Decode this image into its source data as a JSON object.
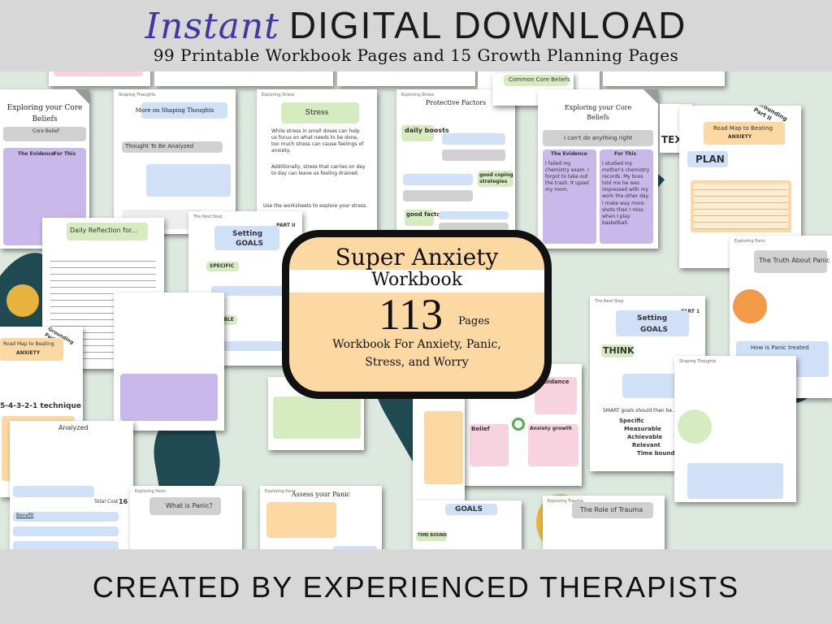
{
  "header": {
    "instant": "Instant",
    "digital_download": "DIGITAL DOWNLOAD",
    "subtitle": "99 Printable Workbook Pages and 15 Growth Planning Pages"
  },
  "badge": {
    "title": "Super Anxiety",
    "subtitle": "Workbook",
    "page_count": "113",
    "pages_label": "Pages",
    "description_line1": "Workbook For Anxiety, Panic,",
    "description_line2": "Stress, and Worry"
  },
  "pages": {
    "core_beliefs": {
      "title": "Exploring your Core",
      "title2": "Beliefs",
      "col1": "Core Belief",
      "col2": "The Evidence",
      "col3": "For This"
    },
    "shaping_thoughts": {
      "title": "More on Shaping Thoughts",
      "label": "Thought To Be Analyzed"
    },
    "stress": {
      "title": "Stress"
    },
    "protective_factors": {
      "title": "Protective Factors",
      "daily": "daily boosts",
      "coping": "good coping strategies",
      "good": "good factors"
    },
    "core_beliefs_example": {
      "title": "Exploring your Core",
      "title2": "Beliefs",
      "belief": "I can't do anything right",
      "col1": "The Evidence",
      "col2": "For This",
      "left_text": "I failed my chemistry exam. I forgot to take out the trash. It upset my mom.",
      "right_text": "I studied my mother's chemistry records. My boss told me he was impressed with my work the other day. I make way more shots than I miss when I play basketball."
    },
    "common_core": {
      "title": "Common Core Beliefs"
    },
    "road_map": {
      "tag": "Grounding Part II",
      "title": "Road Map to Beating",
      "subtitle": "ANXIETY",
      "plan": "PLAN"
    },
    "reflection": {
      "title": "Daily Reflection for..."
    },
    "setting_goals": {
      "title": "Setting",
      "title2": "GOALS",
      "part": "PART II",
      "specific": "SPECIFIC",
      "measurable": "MEASURABLE"
    },
    "truth_panic": {
      "title": "The Truth About Panic",
      "treated": "How is Panic treated"
    },
    "road_map_2": {
      "tag": "Grounding Part II",
      "title": "Road Map to Beating",
      "subtitle": "ANXIETY",
      "technique": "5-4-3-2-1 technique"
    },
    "analyzed": {
      "title": "Analyzed",
      "total": "Total Cost",
      "total_value": "16",
      "benefit": "Benefit"
    },
    "setting_goals_2": {
      "title": "Setting",
      "title2": "GOALS",
      "part": "PART 1",
      "think": "THINK",
      "smart": "SMART goals should then be...",
      "specific": "Specific",
      "measurable": "Measurable",
      "achievable": "Achievable",
      "relevant": "Relevant",
      "time": "Time bound"
    },
    "what_panic": {
      "title": "What is Panic?"
    },
    "assess_panic": {
      "title": "Assess your Panic"
    },
    "role_trauma": {
      "title": "The Role of Trauma"
    },
    "avoidance": {
      "title": "Avoidance",
      "belief": "Belief",
      "anxiety_growth": "Anxiety growth"
    },
    "setting_goals_3": {
      "title": "GOALS",
      "time_bound": "TIME BOUND"
    },
    "text_tag": "TEXT"
  },
  "footer": {
    "text": "CREATED BY EXPERIENCED THERAPISTS"
  },
  "colors": {
    "instant_purple": "#3f37a8",
    "badge_peach": "#fcd8a3",
    "collage_bg": "#dde8df",
    "leaf_teal": "#1f4a52",
    "lavender": "#c9b9ea",
    "blue": "#cfe0f7",
    "green": "#d6ecc0"
  }
}
